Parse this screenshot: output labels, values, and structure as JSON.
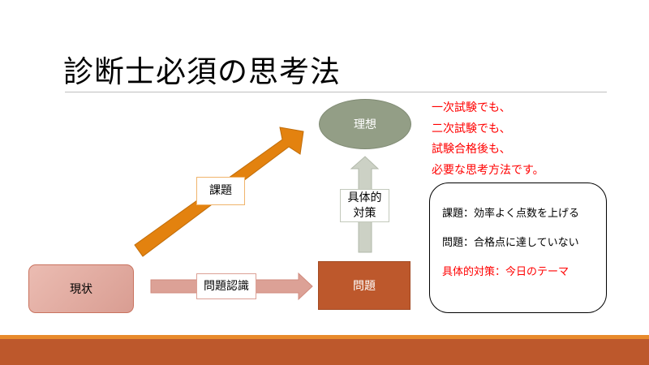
{
  "title": "診断士必須の思考法",
  "diagram": {
    "ideal": "理想",
    "problem": "問題",
    "current": "現状",
    "task_label": "課題",
    "problem_recognition_label": "問題認識",
    "measures_label_line1": "具体的",
    "measures_label_line2": "対策"
  },
  "notes": [
    "一次試験でも、",
    "二次試験でも、",
    "試験合格後も、",
    "必要な思考方法です。"
  ],
  "summary_box": {
    "task": "課題：効率よく点数を上げる",
    "problem": "問題：合格点に達していない",
    "measures": "具体的対策：今日のテーマ"
  },
  "colors": {
    "accent": "#bd582c",
    "orange": "#e3820f",
    "ideal": "#939e86",
    "note_red": "#ff0000"
  }
}
